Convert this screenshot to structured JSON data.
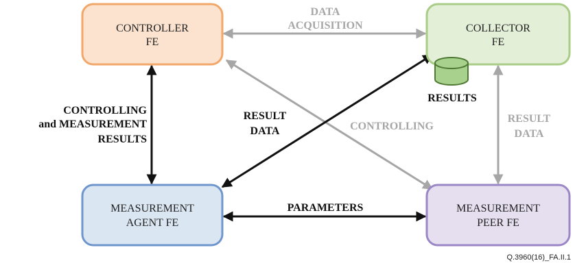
{
  "nodes": {
    "controller": {
      "line1": "CONTROLLER",
      "line2": "FE",
      "fill": "#fbe3cf",
      "stroke": "#f2a76a"
    },
    "collector": {
      "line1": "COLLECTOR",
      "line2": "FE",
      "fill": "#e4efd8",
      "stroke": "#a9cc86"
    },
    "agent": {
      "line1": "MEASUREMENT",
      "line2": "AGENT FE",
      "fill": "#dbe6f3",
      "stroke": "#6f96cc"
    },
    "peer": {
      "line1": "MEASUREMENT",
      "line2": "PEER FE",
      "fill": "#e6dff0",
      "stroke": "#9b86c6"
    }
  },
  "labels": {
    "data_acquisition": {
      "line1": "DATA",
      "line2": "ACQUISITION"
    },
    "controlling_results": {
      "line1": "CONTROLLING",
      "line2": "and MEASUREMENT",
      "line3": "RESULTS"
    },
    "result_data_black": {
      "line1": "RESULT",
      "line2": "DATA"
    },
    "controlling_grey": "CONTROLLING",
    "result_data_grey": {
      "line1": "RESULT",
      "line2": "DATA"
    },
    "results_db": "RESULTS",
    "parameters": "PARAMETERS"
  },
  "reference": "Q.3960(16)_FA.II.1",
  "colors": {
    "arrow_black": "#111111",
    "arrow_grey": "#a6a6a6",
    "db_fill": "#a9d18e",
    "db_stroke": "#4f7a34"
  }
}
